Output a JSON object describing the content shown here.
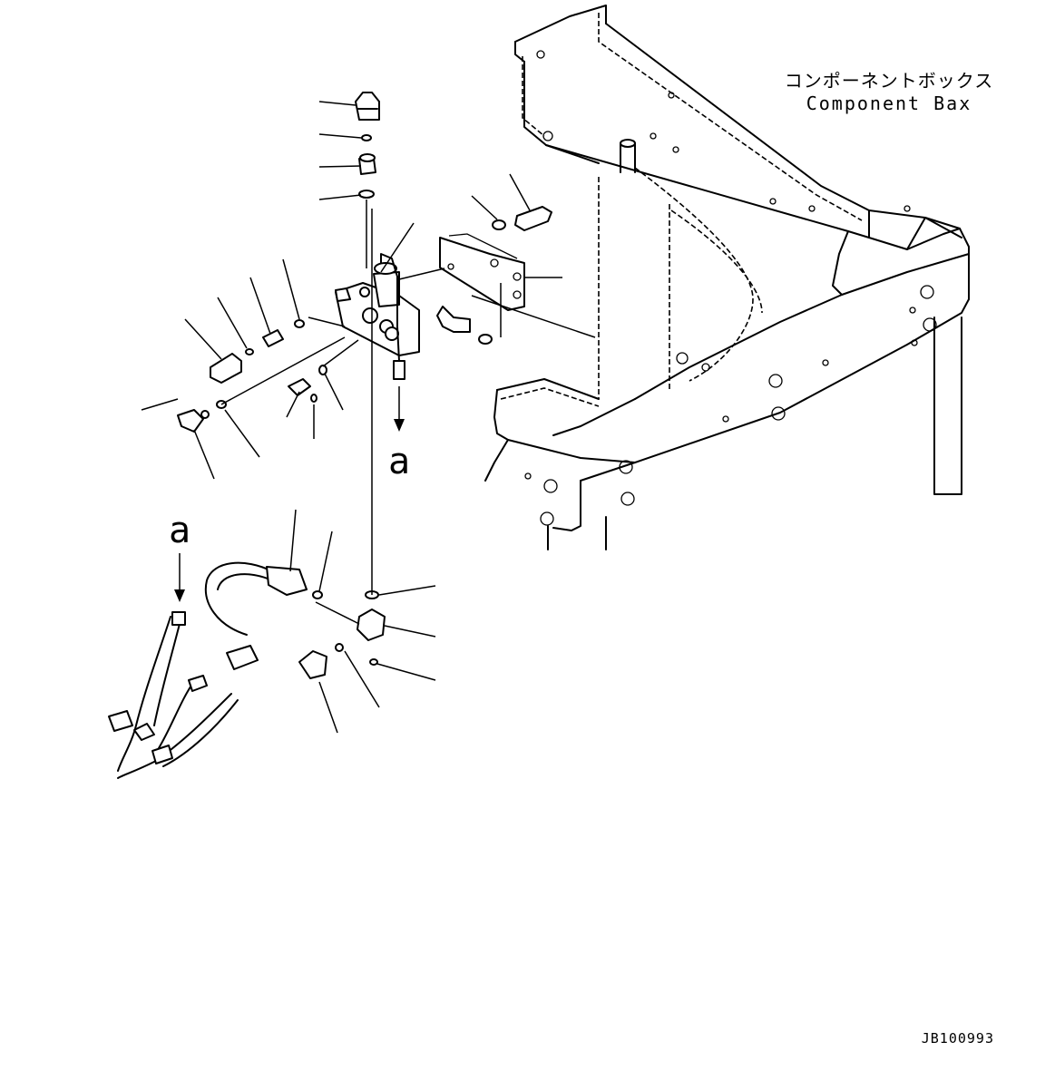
{
  "component_box": {
    "japanese": "コンポーネントボックス",
    "english": "Component Bax"
  },
  "connector_label_top": "a",
  "connector_label_bottom": "a",
  "drawing_id": "JB100993"
}
